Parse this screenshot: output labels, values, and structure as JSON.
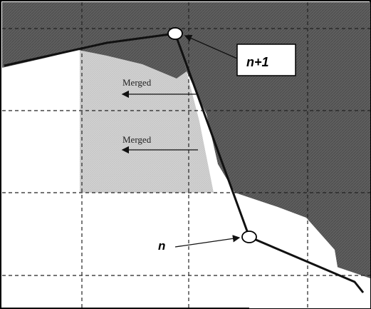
{
  "labels": {
    "merged_top": "Merged",
    "merged_bottom": "Merged",
    "vertex_upper": "n+1",
    "vertex_lower": "n"
  },
  "colors": {
    "dark_region": "#5f5f5f",
    "merged_region": "#cfcfcf",
    "grid": "#222222",
    "boundary": "#111111",
    "vertex_fill": "#ffffff"
  }
}
